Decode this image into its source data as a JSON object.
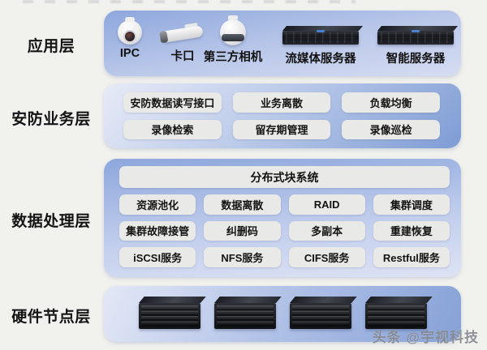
{
  "page": {
    "watermark": "头条 @宇视科技",
    "colors": {
      "background": "#f1f1ee",
      "panel_blue": "#8aa4d9",
      "panel_light": "#e3e8f6",
      "item_box": "#e9e9e7",
      "text": "#141414",
      "watermark_gray": "#84888f"
    }
  },
  "layers": {
    "application": {
      "label": "应用层",
      "devices": [
        "IPC",
        "卡口",
        "第三方相机",
        "流媒体服务器",
        "智能服务器"
      ]
    },
    "security_business": {
      "label": "安防业务层",
      "items": [
        "安防数据读写接口",
        "业务离散",
        "负载均衡",
        "录像检索",
        "留存期管理",
        "录像巡检"
      ]
    },
    "data_processing": {
      "label": "数据处理层",
      "header": "分布式块系统",
      "items": [
        "资源池化",
        "数据离散",
        "RAID",
        "集群调度",
        "集群故障接管",
        "纠删码",
        "多副本",
        "重建恢复",
        "iSCSI服务",
        "NFS服务",
        "CIFS服务",
        "Restful服务"
      ]
    },
    "hardware_node": {
      "label": "硬件节点层",
      "node_count": 4
    }
  }
}
